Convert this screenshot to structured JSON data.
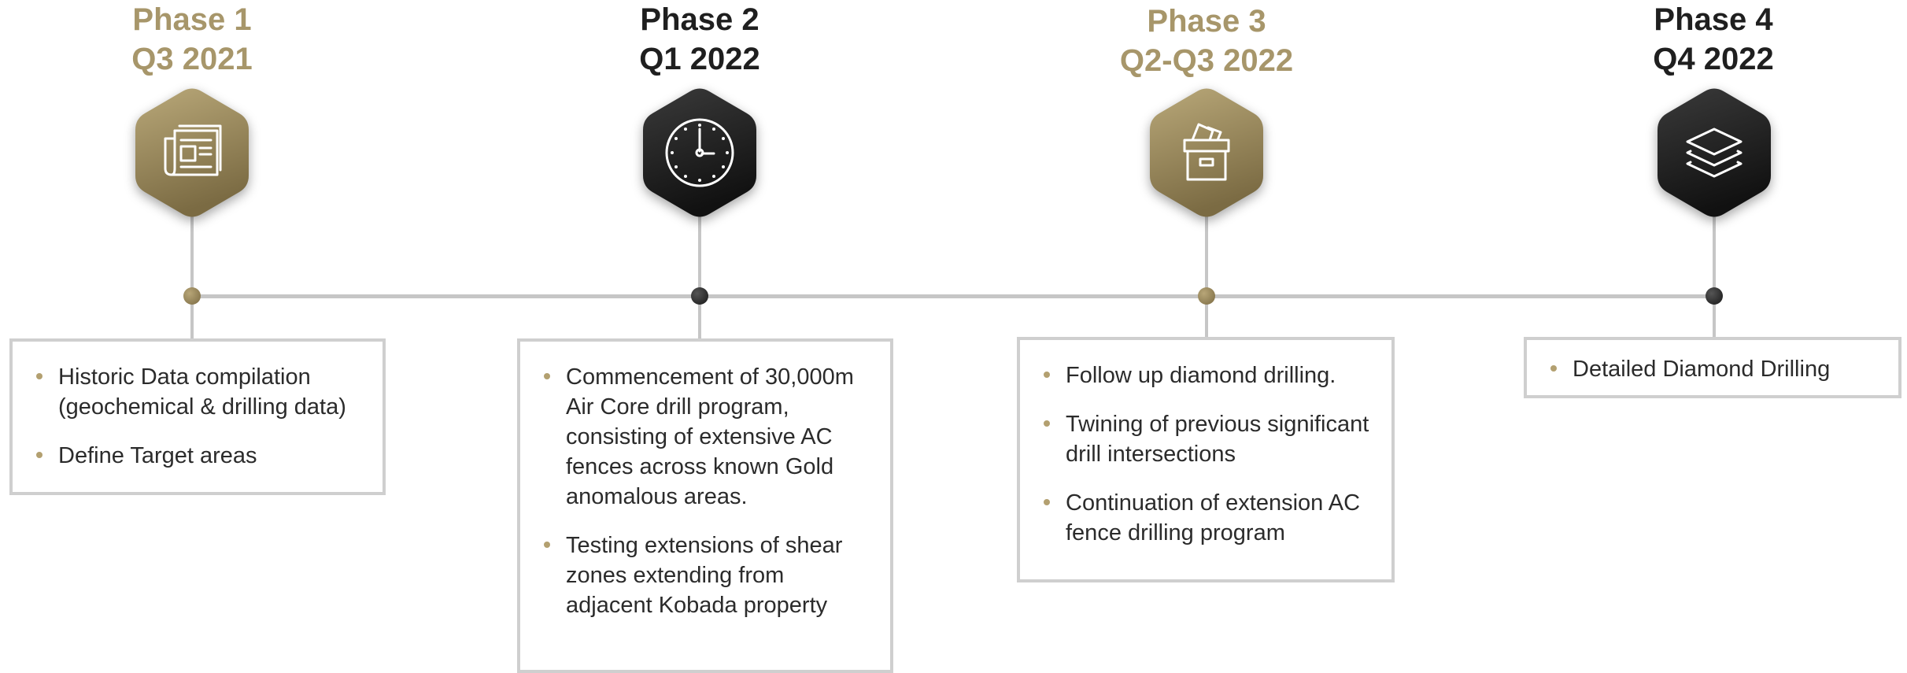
{
  "colors": {
    "gold": "#a7966a",
    "dark": "#1f1f1f",
    "line": "#c6c6c6",
    "bullet": "#b3a070"
  },
  "phases": [
    {
      "title": "Phase 1",
      "period": "Q3 2021",
      "color": "gold",
      "icon": "newspaper-icon",
      "items": [
        "Historic Data compilation (geochemical & drilling data)",
        "Define Target areas"
      ]
    },
    {
      "title": "Phase 2",
      "period": "Q1 2022",
      "color": "dark",
      "icon": "clock-icon",
      "items": [
        "Commencement of 30,000m Air Core drill program, consisting of extensive AC fences across known Gold anomalous areas.",
        "Testing extensions of shear zones extending from adjacent Kobada property"
      ]
    },
    {
      "title": "Phase 3",
      "period": "Q2-Q3 2022",
      "color": "gold",
      "icon": "archive-box-icon",
      "items": [
        "Follow up diamond drilling.",
        "Twining of previous significant drill intersections",
        "Continuation of extension AC fence drilling program"
      ]
    },
    {
      "title": "Phase 4",
      "period": "Q4 2022",
      "color": "dark",
      "icon": "layers-icon",
      "items": [
        "Detailed Diamond Drilling"
      ]
    }
  ]
}
